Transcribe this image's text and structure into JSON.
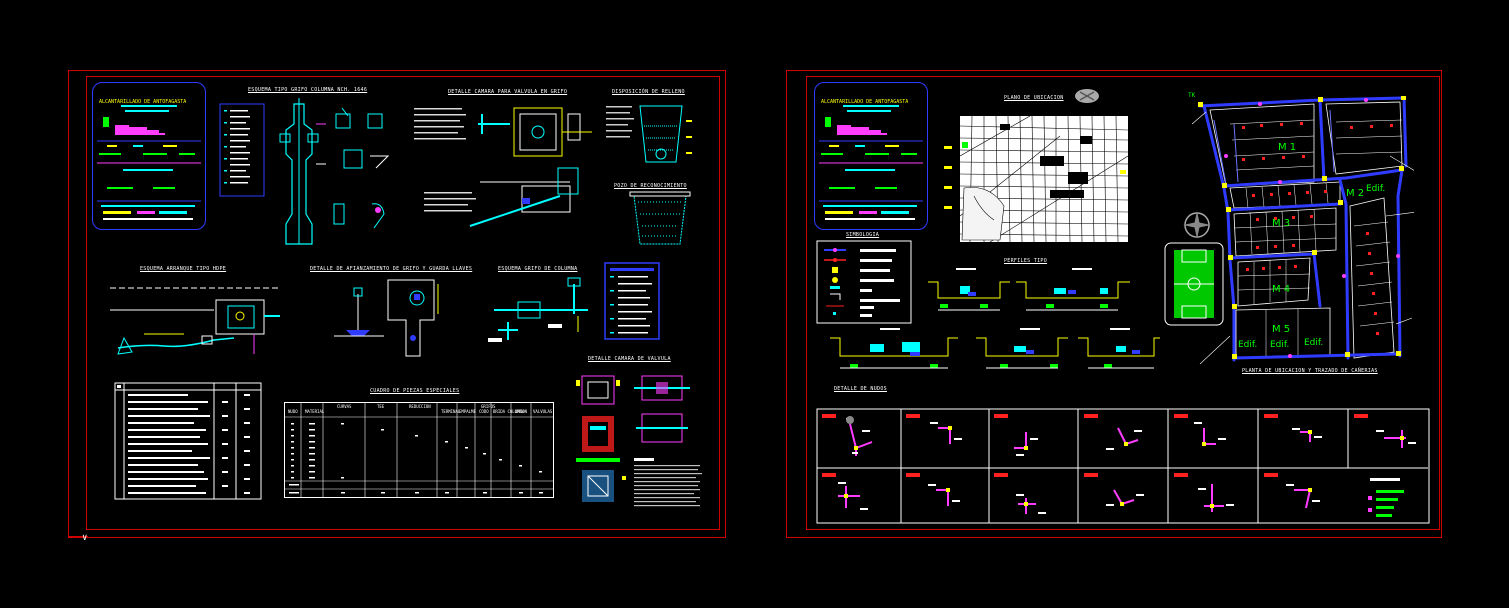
{
  "left_sheet": {
    "title_block": {
      "title": "ALCANTARILLADO DE ANTOFAGASTA"
    },
    "titles": {
      "grifo": "ESQUEMA TIPO GRIFO COLUMNA NCH. 1646",
      "camara_valvula_grifo": "DETALLE CAMARA PARA VALVULA EN GRIFO",
      "relleno": "DISPOSICIÓN DE RELLENO",
      "pozo": "POZO DE RECONOCIMIENTO",
      "arranque": "ESQUEMA ARRANQUE TIPO HDPE",
      "afianzamiento": "DETALLE DE AFIANZAMIENTO DE GRIFO Y GUARDA LLAVES",
      "grifo_columna": "ESQUEMA GRIFO DE COLUMNA",
      "camara_valvula": "DETALLE CAMARA DE VALVULA",
      "cuadro": "CUADRO DE PIEZAS ESPECIALES"
    },
    "cuadro_headers": {
      "nudo": "NUDO",
      "material": "MATERIAL",
      "curvas": "CURVAS",
      "tee": "TEE",
      "reduccion": "REDUCCION",
      "grifos": "GRIFOS",
      "terminal": "TERMINAL",
      "empalme": "EMPALME",
      "codo": "CODO",
      "brida": "BRIDA COLUMNA",
      "union": "UNION",
      "valvulas": "VALVULAS"
    }
  },
  "right_sheet": {
    "title_block": {
      "title": "ALCANTARILLADO DE ANTOFAGASTA"
    },
    "titles": {
      "ubicacion": "PLANO DE UBICACION",
      "simbologia": "SIMBOLOGIA",
      "perfiles": "PERFILES TIPO",
      "planta": "PLANTA DE UBICACION Y TRAZADO DE CAÑERIAS",
      "nudos": "DETALLE DE NUDOS"
    },
    "blocks": {
      "m1": "M 1",
      "m2": "M 2",
      "m3": "M 3",
      "m4": "M 4",
      "m5": "M 5",
      "edif": "Edif."
    },
    "north": "TK"
  },
  "colors": {
    "border_red": "#d00000",
    "blue": "#2f3cff",
    "cyan": "#00ffff",
    "magenta": "#ff3cff",
    "yellow": "#ffff00",
    "green": "#00ff00",
    "white": "#ffffff"
  }
}
